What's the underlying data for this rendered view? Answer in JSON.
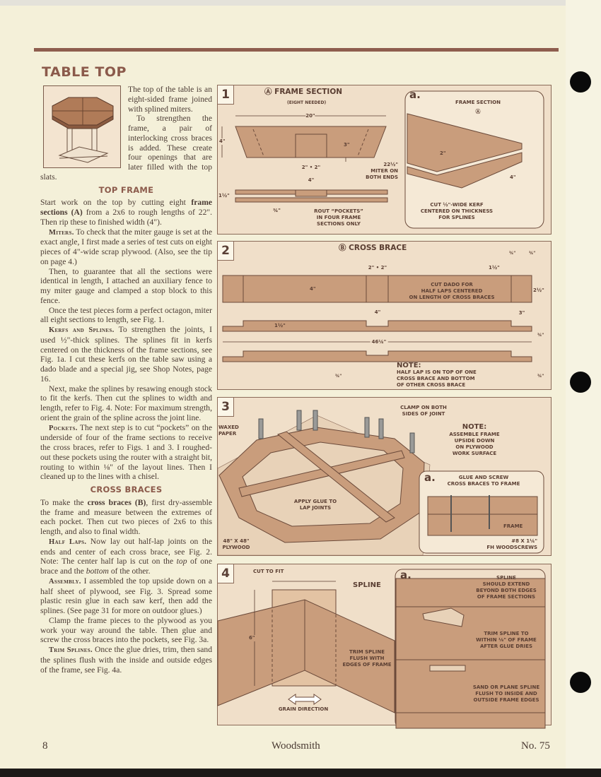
{
  "article": {
    "title": "TABLE TOP",
    "intro": "The top of the table is an eight-sided frame joined with splined miters.",
    "intro2": "To strengthen the frame, a pair of interlocking cross braces is added. These create four openings that are later filled with the top slats.",
    "sections": [
      {
        "heading": "TOP FRAME",
        "paragraphs": [
          {
            "parts": [
              {
                "text": "Start work on the top by cutting eight "
              },
              {
                "text": "frame sections (A)",
                "bold": true
              },
              {
                "text": " from a 2x6 to rough lengths of 22\". Then rip these to finished width (4\")."
              }
            ]
          },
          {
            "lead": "Miters.",
            "parts": [
              {
                "text": " To check that the miter gauge is set at the exact angle, I first made a series of test cuts on eight pieces of 4\"-wide scrap plywood. (Also, see the tip on page 4.)"
              }
            ]
          },
          {
            "parts": [
              {
                "text": "Then, to guarantee that all the sections were identical in length, I attached an auxiliary fence to my miter gauge and clamped a stop block to this fence."
              }
            ]
          },
          {
            "parts": [
              {
                "text": "Once the test pieces form a perfect octagon, miter all eight sections to length, see Fig. 1."
              }
            ]
          },
          {
            "lead": "Kerfs and Splines.",
            "parts": [
              {
                "text": " To strengthen the joints, I used ½\"-thick splines. The splines fit in kerfs centered on the thickness of the frame sections, see Fig. 1a. I cut these kerfs on the table saw using a dado blade and a special jig, see Shop Notes, page 16."
              }
            ]
          },
          {
            "parts": [
              {
                "text": "Next, make the splines by resawing enough stock to fit the kerfs. Then cut the splines to width and length, refer to Fig. 4. Note: For maximum strength, orient the grain of the spline across the joint line."
              }
            ]
          },
          {
            "lead": "Pockets.",
            "parts": [
              {
                "text": " The next step is to cut “pockets” on the underside of four of the frame sections to receive the cross braces, refer to Figs. 1 and 3. I roughed-out these pockets using the router with a straight bit, routing to within ⅛\" of the layout lines. Then I cleaned up to the lines with a chisel."
              }
            ]
          }
        ]
      },
      {
        "heading": "CROSS BRACES",
        "paragraphs": [
          {
            "parts": [
              {
                "text": "To make the "
              },
              {
                "text": "cross braces (B)",
                "bold": true
              },
              {
                "text": ", first dry-assemble the frame and measure between the extremes of each pocket. Then cut two pieces of 2x6 to this length, and also to final width."
              }
            ]
          },
          {
            "lead": "Half Laps.",
            "parts": [
              {
                "text": " Now lay out half-lap joints on the ends and center of each cross brace, see Fig. 2. Note: The center half lap is cut on the "
              },
              {
                "text": "top",
                "italic": true
              },
              {
                "text": " of one brace and the "
              },
              {
                "text": "bottom",
                "italic": true
              },
              {
                "text": " of the other."
              }
            ]
          },
          {
            "lead": "Assembly.",
            "parts": [
              {
                "text": " I assembled the top upside down on a half sheet of plywood, see Fig. 3. Spread some plastic resin glue in each saw kerf, then add the splines. (See page 31 for more on outdoor glues.)"
              }
            ]
          },
          {
            "parts": [
              {
                "text": "Clamp the frame pieces to the plywood as you work your way around the table. Then glue and screw the cross braces into the pockets, see Fig. 3a."
              }
            ]
          },
          {
            "lead": "Trim Splines.",
            "parts": [
              {
                "text": " Once the glue dries, trim, then sand the splines flush with the inside and outside edges of the frame, see Fig. 4a."
              }
            ]
          }
        ]
      }
    ]
  },
  "fig1": {
    "number": "1",
    "title": "Ⓐ FRAME SECTION",
    "subtitle": "(EIGHT NEEDED)",
    "dim_length": "20\"",
    "dim_width": "4\"",
    "dim_pocket_depth": "3\"",
    "dim_half": "2\" • 2\"",
    "dim_pocket_width": "4\"",
    "miter_note": "22½\"\nMITER ON\nBOTH ENDS",
    "dim_thickness": "1½\"",
    "dim_layer": "¾\"",
    "pocket_note": "ROUT “POCKETS”\nIN FOUR FRAME\nSECTIONS ONLY",
    "detail": {
      "letter": "a.",
      "title": "FRAME SECTION",
      "part": "Ⓐ",
      "dim_depth": "2\"",
      "dim_width": "4\"",
      "note": "CUT ½\"-WIDE KERF\nCENTERED ON THICKNESS\nFOR SPLINES"
    }
  },
  "fig2": {
    "number": "2",
    "title": "Ⓑ CROSS BRACE",
    "dim_half": "2\" • 2\"",
    "dim_end": "1½\"",
    "dim_q1": "¾\"",
    "dim_q2": "¾\"",
    "dim_width": "4\"",
    "dado_note": "CUT DADO FOR\nHALF LAPS CENTERED\nON LENGTH OF CROSS BRACES",
    "dim_holes": "2½\"",
    "dim_lap": "4\"",
    "dim_end_lap": "3\"",
    "dim_thick": "1½\"",
    "dim_length": "46¼\"",
    "dim_q3": "¾\"",
    "dim_q4": "¾\"",
    "dim_q5": "¾\"",
    "note_title": "NOTE:",
    "note": "HALF LAP IS ON TOP OF ONE\nCROSS BRACE AND BOTTOM\nOF OTHER CROSS BRACE"
  },
  "fig3": {
    "number": "3",
    "clamp_note": "CLAMP ON BOTH\nSIDES OF JOINT",
    "waxed": "WAXED\nPAPER",
    "note_title": "NOTE:",
    "note": "ASSEMBLE FRAME\nUPSIDE DOWN\nON PLYWOOD\nWORK SURFACE",
    "glue_note": "APPLY GLUE TO\nLAP JOINTS",
    "plywood": "48\" x 48\"\nPLYWOOD",
    "detail": {
      "letter": "a.",
      "title": "GLUE AND SCREW\nCROSS BRACES TO FRAME",
      "frame": "FRAME",
      "screws": "#8 x 1¼\"\nFh WOODSCREWS"
    }
  },
  "fig4": {
    "number": "4",
    "cut_note": "CUT TO FIT",
    "spline": "SPLINE",
    "dim_length": "6\"",
    "trim_note": "TRIM SPLINE\nFLUSH WITH\nEDGES OF FRAME",
    "grain": "GRAIN DIRECTION",
    "detail": {
      "letter": "a.",
      "step1": "SPLINE\nSHOULD EXTEND\nBEYOND BOTH EDGES\nOF FRAME SECTIONS",
      "step2": "TRIM SPLINE TO\nWITHIN ⅛\" OF FRAME\nAFTER GLUE DRIES",
      "step3": "SAND OR PLANE SPLINE\nFLUSH TO INSIDE AND\nOUTSIDE FRAME EDGES"
    }
  },
  "footer": {
    "page": "8",
    "magazine": "Woodsmith",
    "issue": "No. 75"
  },
  "colors": {
    "heading": "#8b5a4b",
    "wood": "#c99d7c",
    "figure_bg": "#f0dfc9",
    "rule": "#8e5d4e"
  }
}
